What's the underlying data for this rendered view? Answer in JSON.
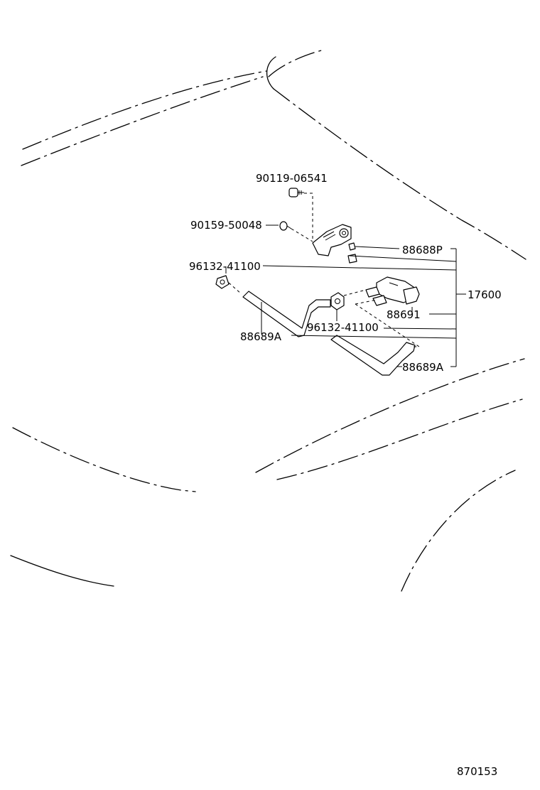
{
  "labels": {
    "bolt_a": "90119-06541",
    "bolt_b": "90159-50048",
    "clip_top": "96132-41100",
    "clip_mid": "96132-41100",
    "bracket": "88688P",
    "valve": "88691",
    "hose_left": "88689A",
    "hose_right": "88689A",
    "assembly": "17600",
    "figure_code": "870153"
  }
}
